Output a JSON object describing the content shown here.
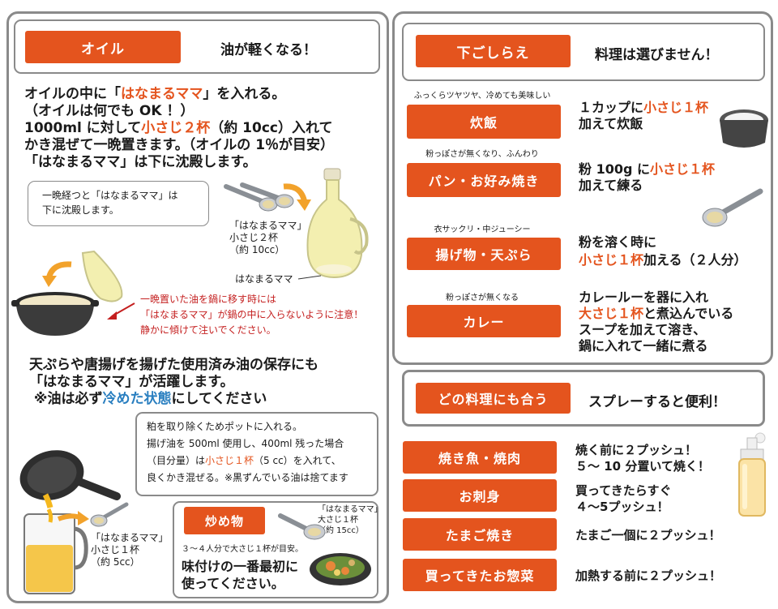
{
  "oil": {
    "pill": "オイル",
    "headline": "油が軽くなる！",
    "intro": [
      [
        "オイルの中に「",
        "はなまるママ",
        "」を入れる。"
      ],
      [
        "（オイルは何でも OK ！）",
        "",
        ""
      ],
      [
        "1000ml に対して",
        "小さじ２杯",
        "（約 10cc）入れて"
      ],
      [
        "かき混ぜて一晩置きます。（オイルの 1％が目安）",
        "",
        ""
      ],
      [
        "「はなまるママ」は下に沈殿します。",
        "",
        ""
      ]
    ],
    "note_box": [
      "一晩経つと「はなまるママ」は",
      "下に沈殿します。"
    ],
    "spoon_label": [
      "「はなまるママ」",
      "小さじ２杯",
      "（約 10cc）"
    ],
    "bottle_label": "はなまるママ",
    "warning": [
      "一晩置いた油を鍋に移す時には",
      "「はなまるママ」が鍋の中に入らないように注意！",
      "静かに傾けて注いでください。"
    ],
    "reuse": [
      [
        "天ぷらや唐揚げを揚げた使用済み油の保存にも",
        "",
        ""
      ],
      [
        "「はなまるママ」が活躍します。",
        "",
        ""
      ],
      [
        "※油は必ず",
        "冷めた状態",
        "にしてください"
      ]
    ],
    "pot_box": [
      [
        "粕を取り除くためポットに入れる。",
        "",
        ""
      ],
      [
        "揚げ油を 500ml 使用し、400ml 残った場合",
        "",
        ""
      ],
      [
        "（目分量）は",
        "小さじ１杯",
        "（5 cc）を入れて、"
      ],
      [
        "良くかき混ぜる。※黒ずんでいる油は捨てます",
        "",
        ""
      ]
    ],
    "pot_label": [
      "「はなまるママ」",
      "小さじ１杯",
      "（約 5cc）"
    ],
    "stirfry": {
      "pill": "炒め物",
      "small": "３～４人分で大さじ１杯が目安。",
      "body": [
        "味付けの一番最初に",
        "使ってください。"
      ],
      "spoon_label": [
        "「はなまるママ」",
        "大さじ１杯",
        "（約 15cc）"
      ]
    }
  },
  "prep": {
    "pill": "下ごしらえ",
    "headline": "料理は選びません！",
    "items": [
      {
        "caption": "ふっくらツヤツヤ、冷めても美味しい",
        "label": "炊飯",
        "desc": [
          [
            "１カップに",
            "小さじ１杯",
            ""
          ],
          [
            "加えて炊飯",
            "",
            ""
          ]
        ]
      },
      {
        "caption": "粉っぽさが無くなり、ふんわり",
        "label": "パン・お好み焼き",
        "desc": [
          [
            "粉 100g に",
            "小さじ１杯",
            ""
          ],
          [
            "加えて練る",
            "",
            ""
          ]
        ]
      },
      {
        "caption": "衣サックリ・中ジューシー",
        "label": "揚げ物・天ぷら",
        "desc": [
          [
            "粉を溶く時に",
            "",
            ""
          ],
          [
            "",
            "小さじ１杯",
            "加える（２人分）"
          ]
        ]
      },
      {
        "caption": "粉っぽさが無くなる",
        "label": "カレー",
        "desc": [
          [
            "カレールーを器に入れ",
            "",
            ""
          ],
          [
            "",
            "大さじ１杯",
            "と煮込んでいる"
          ],
          [
            "スープを加えて溶き、",
            "",
            ""
          ],
          [
            "鍋に入れて一緒に煮る",
            "",
            ""
          ]
        ]
      }
    ]
  },
  "spray": {
    "pill": "どの料理にも合う",
    "headline": "スプレーすると便利！",
    "items": [
      {
        "label": "焼き魚・焼肉",
        "desc": [
          "焼く前に２プッシュ！",
          "５～ 10 分置いて焼く！"
        ]
      },
      {
        "label": "お刺身",
        "desc": [
          "買ってきたらすぐ",
          "４～5プッシュ！"
        ]
      },
      {
        "label": "たまご焼き",
        "desc": [
          "たまご一個に２プッシュ！"
        ]
      },
      {
        "label": "買ってきたお惣菜",
        "desc": [
          "加熱する前に２プッシュ！"
        ]
      }
    ]
  },
  "colors": {
    "accent": "#e4541e",
    "border": "#8a8a8a",
    "highlight_blue": "#2a7fc0",
    "warning_red": "#c41f1f"
  }
}
